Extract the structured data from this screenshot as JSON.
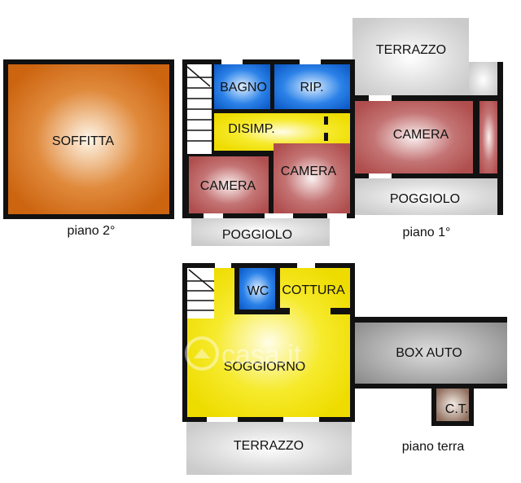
{
  "rooms": {
    "soffitta": "SOFFITTA",
    "bagno": "BAGNO",
    "rip": "RIP.",
    "disimp": "DISIMP.",
    "camera_left": "CAMERA",
    "camera_mid": "CAMERA",
    "camera_right": "CAMERA",
    "terrazzo_top": "TERRAZZO",
    "poggiolo_left": "POGGIOLO",
    "poggiolo_right": "POGGIOLO",
    "wc": "WC",
    "cottura": "COTTURA",
    "soggiorno": "SOGGIORNO",
    "box_auto": "BOX AUTO",
    "ct": "C.T.",
    "terrazzo_bottom": "TERRAZZO"
  },
  "floors": {
    "second": "piano 2°",
    "first": "piano 1°",
    "ground": "piano terra"
  },
  "watermark": "casa.it",
  "colors": {
    "soffitta": "#d2691e",
    "blue": "#1a6fd6",
    "yellow": "#f2e30a",
    "camera": "#b85a5a",
    "terrace": "#cfcfcf",
    "box": "#8f8f8f",
    "ct": "#9a7d6c"
  }
}
